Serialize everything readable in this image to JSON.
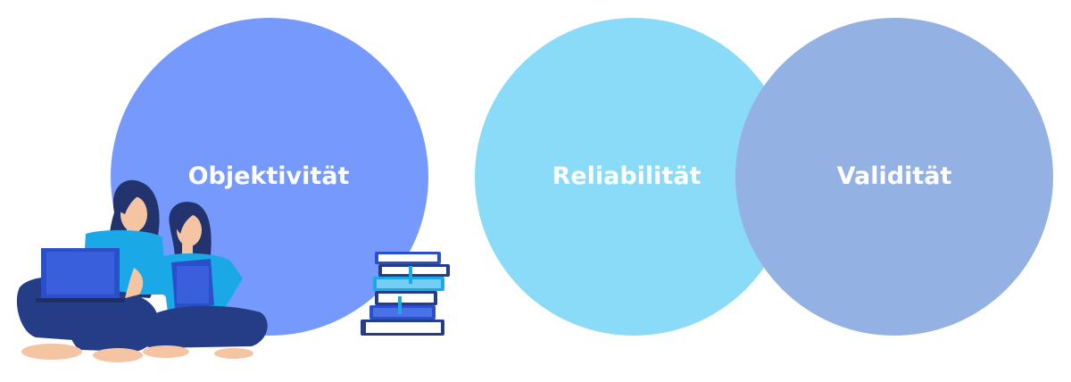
{
  "concepts": [
    {
      "label": "Objektivität",
      "color": "#7599fc"
    },
    {
      "label": "Reliabilität",
      "color": "#89dbf8"
    },
    {
      "label": "Validität",
      "color": "#93b1e3"
    }
  ],
  "illustration": {
    "people_icon": "two-women-studying-illustration",
    "books_icon": "book-stack-illustration",
    "palette": {
      "navy": "#253d86",
      "blue": "#2a4fc8",
      "cyan": "#1aa9e6",
      "skin": "#f5c4a3",
      "hair": "#23336e"
    }
  }
}
